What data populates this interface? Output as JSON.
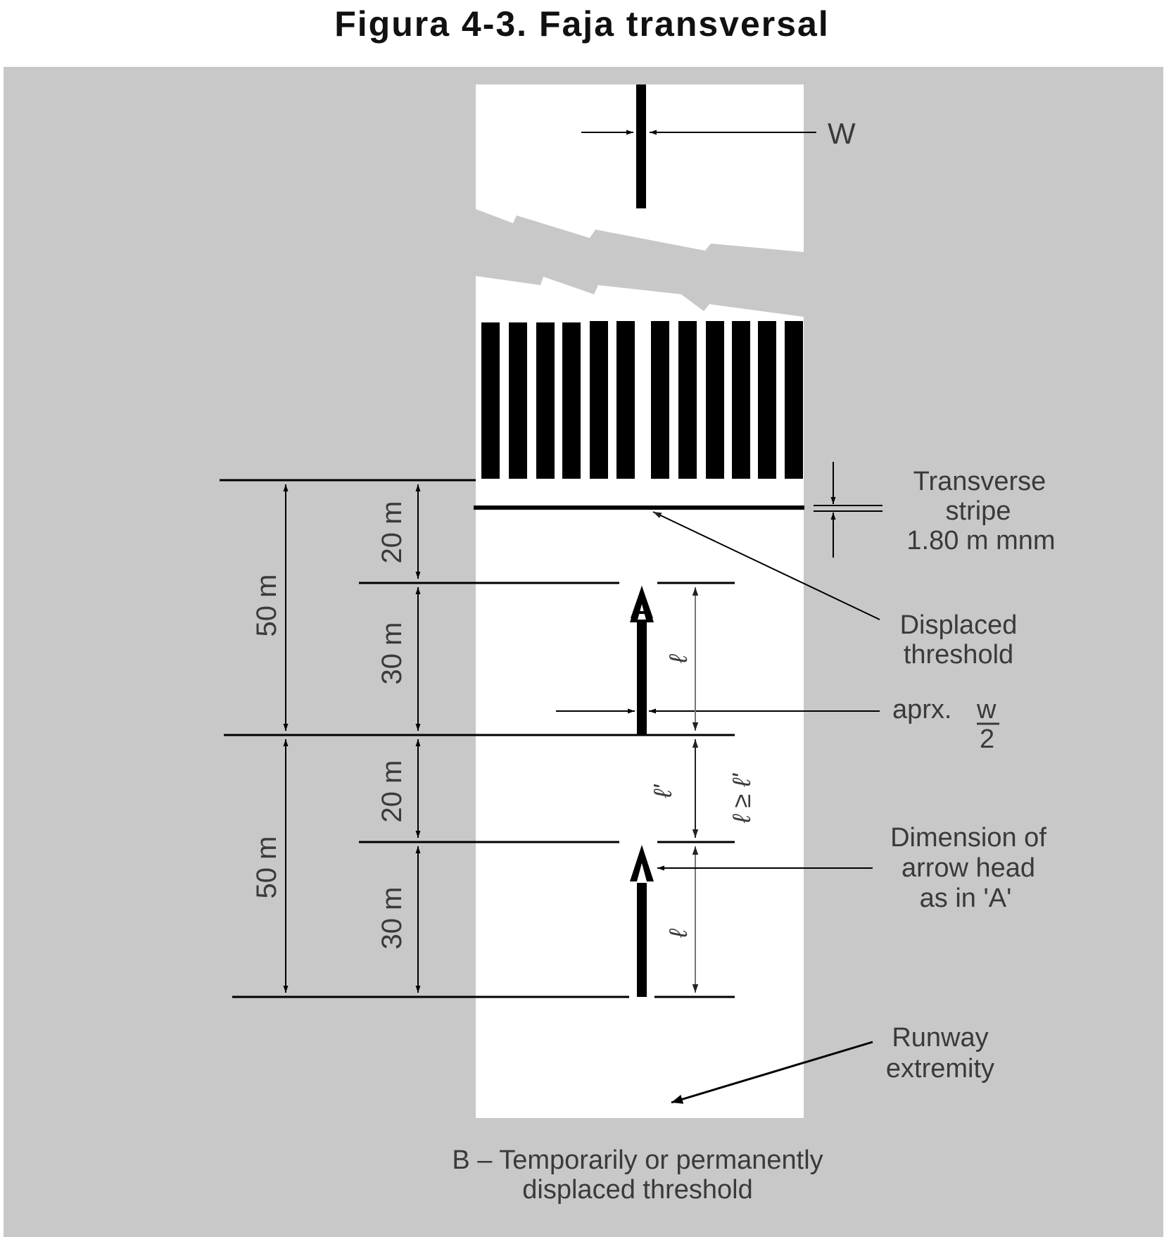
{
  "title": "Figura 4-3. Faja transversal",
  "labels": {
    "w": "W",
    "transverse_stripe": [
      "Transverse",
      "stripe",
      "1.80 m mnm"
    ],
    "displaced_threshold": [
      "Displaced",
      "threshold"
    ],
    "aprx": "aprx.",
    "aprx_num": "w",
    "aprx_den": "2",
    "dimension_arrow_head": [
      "Dimension of",
      "arrow head",
      "as in 'A'"
    ],
    "runway_extremity": [
      "Runway",
      "extremity"
    ],
    "caption": [
      "B – Temporarily or permanently",
      "displaced threshold"
    ],
    "dim_50m_upper": "50 m",
    "dim_50m_lower": "50 m",
    "dim_20m_upper": "20 m",
    "dim_30m_upper": "30 m",
    "dim_20m_lower": "20 m",
    "dim_30m_lower": "30 m",
    "l_upper": "ℓ",
    "l_prime": "ℓ'",
    "l_ge_l_prime": "ℓ ≥ ℓ'",
    "l_lower": "ℓ"
  },
  "colors": {
    "background_panel": "#c8c8c8",
    "runway": "#ffffff",
    "marking": "#000000",
    "text": "#3a3a3a"
  }
}
